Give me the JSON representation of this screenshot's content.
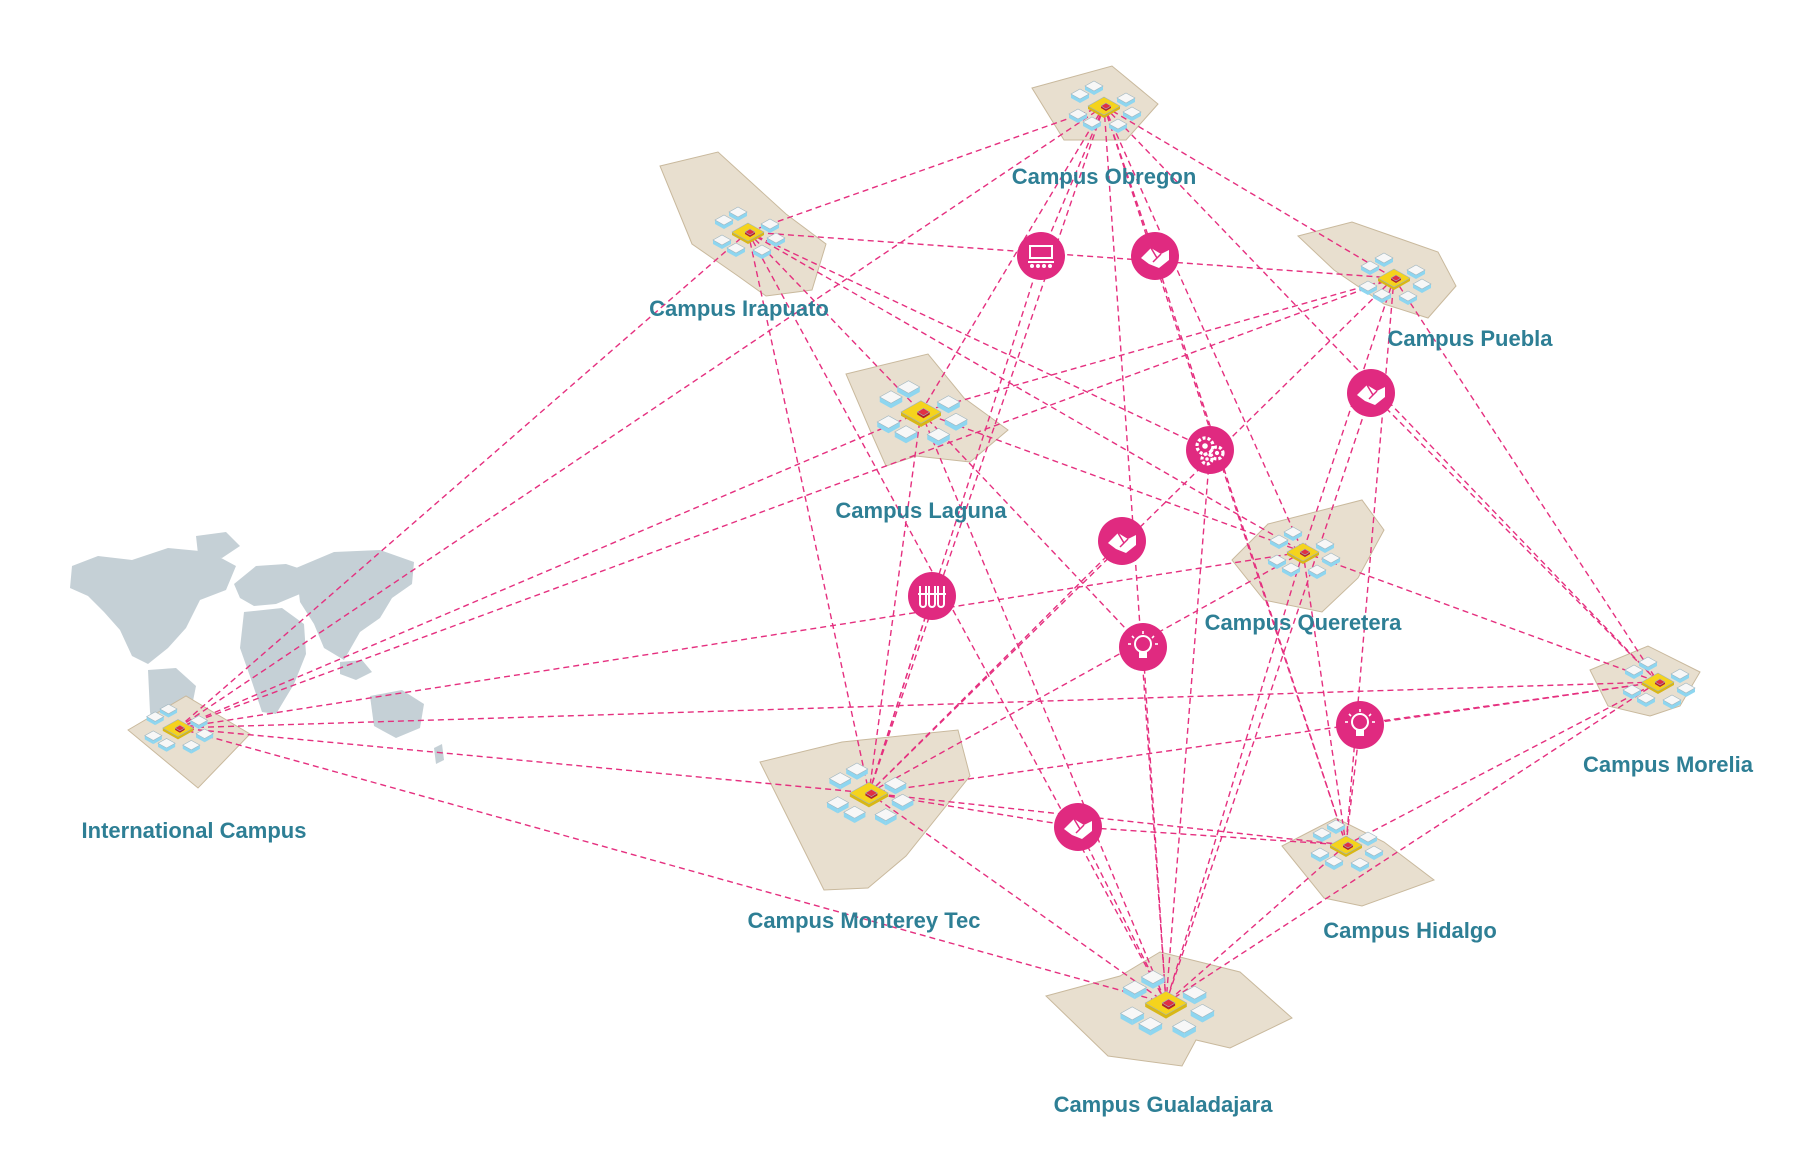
{
  "colors": {
    "link": "#e5307f",
    "label": "#2e7f95",
    "footprint": "#e8dfcf",
    "footprint_stroke": "#c9b99d",
    "world": "#c5d0d6",
    "icon_bg": "#e02a80",
    "block_white": "#f7f7f7",
    "block_blue": "#8ed6f0",
    "block_yellow": "#f5d31c",
    "block_red": "#e03044"
  },
  "campuses": [
    {
      "id": "obregon",
      "label": "Campus Obregon"
    },
    {
      "id": "irapuato",
      "label": "Campus Irapuato"
    },
    {
      "id": "puebla",
      "label": "Campus Puebla"
    },
    {
      "id": "laguna",
      "label": "Campus Laguna"
    },
    {
      "id": "queretera",
      "label": "Campus Queretera"
    },
    {
      "id": "morelia",
      "label": "Campus Morelia"
    },
    {
      "id": "international",
      "label": "International Campus"
    },
    {
      "id": "monterey",
      "label": "Campus Monterey Tec"
    },
    {
      "id": "hidalgo",
      "label": "Campus Hidalgo"
    },
    {
      "id": "gualadajara",
      "label": "Campus Gualadajara"
    }
  ],
  "hubs": [
    {
      "id": "h-classroom",
      "icon": "classroom-icon"
    },
    {
      "id": "h-hand1",
      "icon": "handshake-icon"
    },
    {
      "id": "h-hand2",
      "icon": "handshake-icon"
    },
    {
      "id": "h-gears",
      "icon": "gears-icon"
    },
    {
      "id": "h-hand3",
      "icon": "handshake-icon"
    },
    {
      "id": "h-lab",
      "icon": "test-tubes-icon"
    },
    {
      "id": "h-bulb1",
      "icon": "lightbulb-icon"
    },
    {
      "id": "h-bulb2",
      "icon": "lightbulb-icon"
    },
    {
      "id": "h-hand4",
      "icon": "handshake-icon"
    }
  ],
  "links": [
    [
      "international",
      "obregon"
    ],
    [
      "international",
      "irapuato"
    ],
    [
      "international",
      "puebla"
    ],
    [
      "international",
      "laguna"
    ],
    [
      "international",
      "queretera"
    ],
    [
      "international",
      "morelia"
    ],
    [
      "international",
      "monterey"
    ],
    [
      "international",
      "gualadajara"
    ],
    [
      "obregon",
      "irapuato"
    ],
    [
      "obregon",
      "puebla"
    ],
    [
      "obregon",
      "laguna"
    ],
    [
      "obregon",
      "queretera"
    ],
    [
      "obregon",
      "morelia"
    ],
    [
      "obregon",
      "monterey"
    ],
    [
      "obregon",
      "hidalgo"
    ],
    [
      "obregon",
      "gualadajara"
    ],
    [
      "obregon",
      "h-classroom"
    ],
    [
      "obregon",
      "h-hand1"
    ],
    [
      "irapuato",
      "puebla"
    ],
    [
      "irapuato",
      "laguna"
    ],
    [
      "irapuato",
      "monterey"
    ],
    [
      "irapuato",
      "queretera"
    ],
    [
      "irapuato",
      "gualadajara"
    ],
    [
      "irapuato",
      "h-gears"
    ],
    [
      "puebla",
      "laguna"
    ],
    [
      "puebla",
      "queretera"
    ],
    [
      "puebla",
      "morelia"
    ],
    [
      "puebla",
      "hidalgo"
    ],
    [
      "puebla",
      "monterey"
    ],
    [
      "laguna",
      "queretera"
    ],
    [
      "laguna",
      "monterey"
    ],
    [
      "laguna",
      "gualadajara"
    ],
    [
      "laguna",
      "h-bulb1"
    ],
    [
      "queretera",
      "monterey"
    ],
    [
      "queretera",
      "hidalgo"
    ],
    [
      "queretera",
      "morelia"
    ],
    [
      "queretera",
      "gualadajara"
    ],
    [
      "monterey",
      "morelia"
    ],
    [
      "monterey",
      "gualadajara"
    ],
    [
      "monterey",
      "hidalgo"
    ],
    [
      "monterey",
      "h-lab"
    ],
    [
      "monterey",
      "h-hand3"
    ],
    [
      "monterey",
      "h-classroom"
    ],
    [
      "hidalgo",
      "gualadajara"
    ],
    [
      "hidalgo",
      "morelia"
    ],
    [
      "hidalgo",
      "h-hand1"
    ],
    [
      "hidalgo",
      "h-bulb2"
    ],
    [
      "gualadajara",
      "morelia"
    ],
    [
      "gualadajara",
      "h-bulb1"
    ],
    [
      "gualadajara",
      "h-hand4"
    ],
    [
      "gualadajara",
      "h-hand2"
    ],
    [
      "gualadajara",
      "h-gears"
    ],
    [
      "morelia",
      "h-bulb2"
    ],
    [
      "morelia",
      "h-hand2"
    ],
    [
      "monterey",
      "h-hand4"
    ],
    [
      "hidalgo",
      "h-hand4"
    ]
  ]
}
